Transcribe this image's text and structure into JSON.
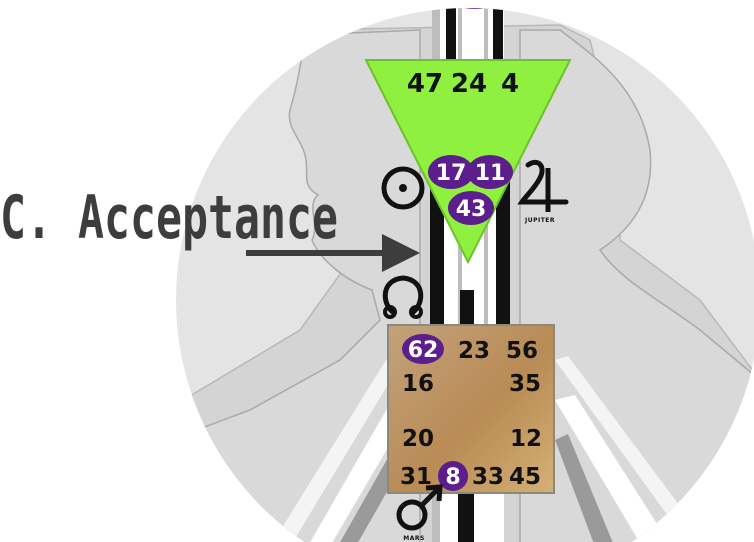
{
  "heading": "C. Acceptance",
  "ajna_center": {
    "gates": [
      "47",
      "24",
      "4"
    ],
    "activated": [
      "17",
      "11",
      "43"
    ],
    "color": "#8ff040"
  },
  "throat_center": {
    "activated": [
      "62",
      "8"
    ],
    "gates": [
      "23",
      "56",
      "16",
      "35",
      "20",
      "12",
      "31",
      "33",
      "45"
    ],
    "color": "#c9a36b"
  },
  "planets": {
    "sun_glyph": "⊙",
    "jupiter_glyph": "♃",
    "jupiter_label": "JUPITER",
    "node_glyph": "☊",
    "mars_glyph": "♂",
    "mars_label": "MARS"
  },
  "colors": {
    "activation": "#5b1e8c",
    "channel": "#111111",
    "head_silhouette": "#cfcfcf",
    "arrow": "#3d3d3d"
  }
}
